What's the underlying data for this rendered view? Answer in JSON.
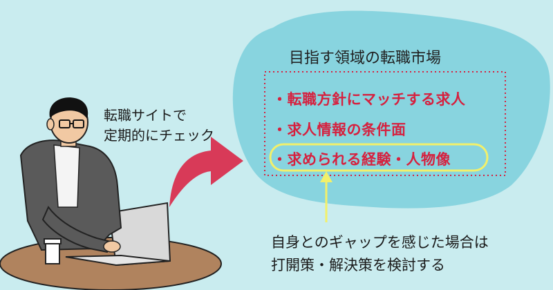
{
  "cloud": {
    "title": "目指す領域の転職市場",
    "items": [
      "・転職方針にマッチする求人",
      "・求人情報の条件面",
      "・求められる経験・人物像"
    ],
    "highlight_color": "#f3f06a",
    "item_color": "#d6203e"
  },
  "left_note": {
    "line1": "転職サイトで",
    "line2": "定期的にチェック"
  },
  "bottom_note": {
    "line1": "自身とのギャップを感じた場合は",
    "line2": "打開策・解決策を検討する"
  },
  "colors": {
    "background": "#c9ecef",
    "cloud": "#88d4df",
    "arrow": "#d83a58",
    "dotted_border": "#d6203e"
  },
  "icons": [
    "person-at-laptop-illustration",
    "coffee-cup-icon",
    "curved-arrow-icon"
  ]
}
